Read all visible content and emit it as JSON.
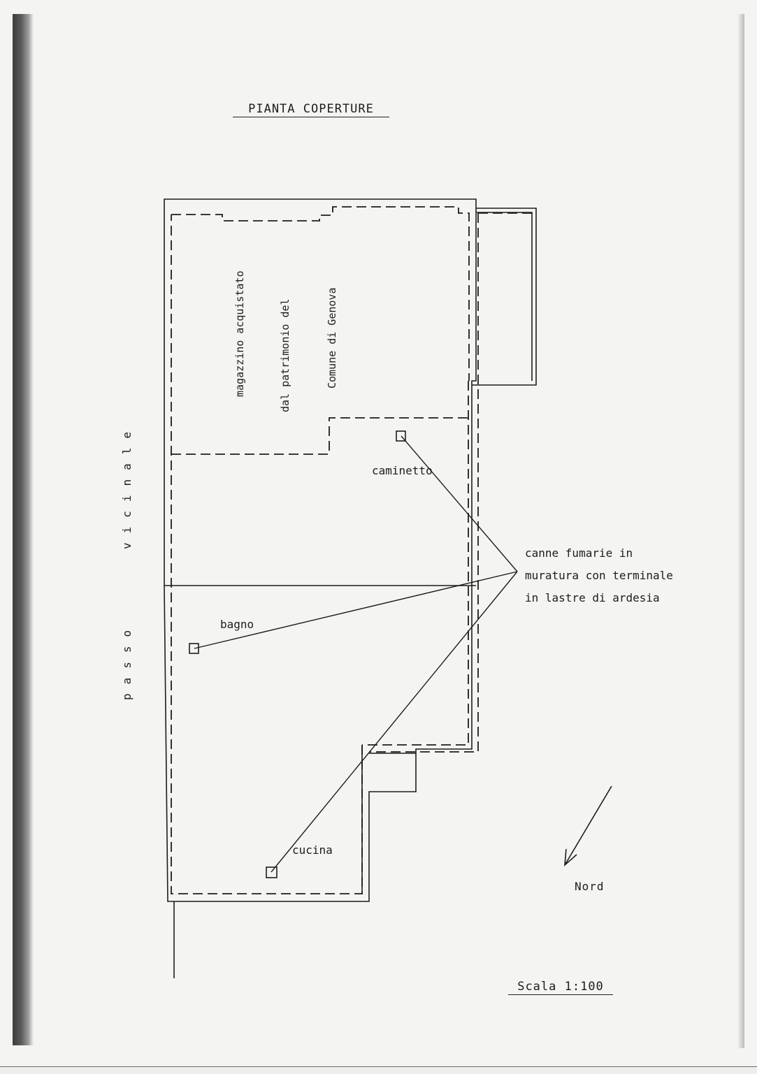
{
  "title": "PIANTA COPERTURE",
  "labels": {
    "magazzino": [
      "magazzino acquistato",
      "dal patrimonio del",
      "Comune di Genova"
    ],
    "passo": "passo",
    "vicinale": "vicinale",
    "caminetto": "caminetto",
    "bagno": "bagno",
    "cucina": "cucina",
    "canne_note": [
      "canne fumarie in",
      "muratura con terminale",
      "in lastre di ardesia"
    ],
    "north": "Nord",
    "scale": "Scala 1:100"
  },
  "colors": {
    "ink": "#1d1d1d",
    "paper": "#f4f4f2"
  }
}
